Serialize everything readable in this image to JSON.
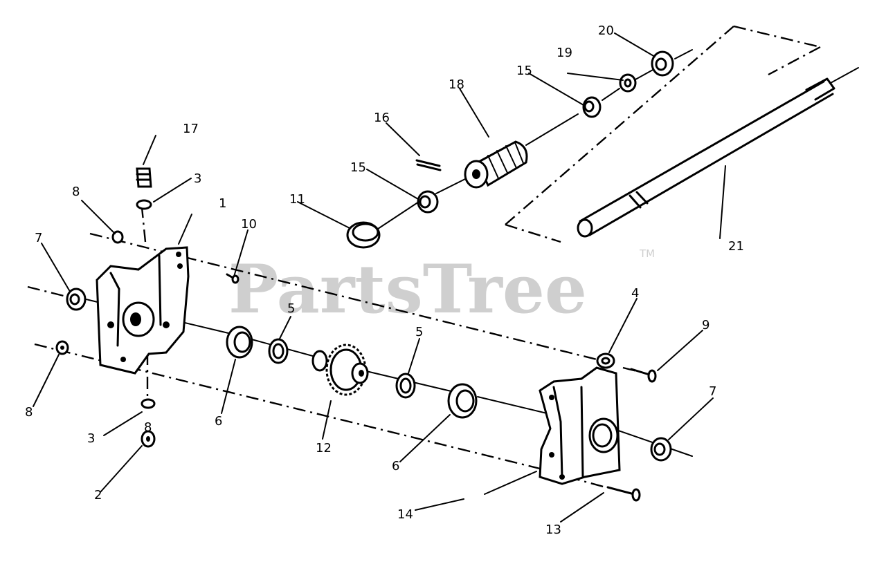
{
  "watermark": {
    "text": "PartsTree",
    "trademark": "TM"
  },
  "callouts": {
    "c1": "1",
    "c2": "2",
    "c3a": "3",
    "c3b": "3",
    "c4": "4",
    "c5a": "5",
    "c5b": "5",
    "c6a": "6",
    "c6b": "6",
    "c7a": "7",
    "c7b": "7",
    "c8a": "8",
    "c8b": "8",
    "c8c": "8",
    "c9": "9",
    "c10": "10",
    "c11": "11",
    "c12": "12",
    "c13": "13",
    "c14": "14",
    "c15a": "15",
    "c15b": "15",
    "c16": "16",
    "c17": "17",
    "c18": "18",
    "c19": "19",
    "c20": "20",
    "c21": "21"
  }
}
